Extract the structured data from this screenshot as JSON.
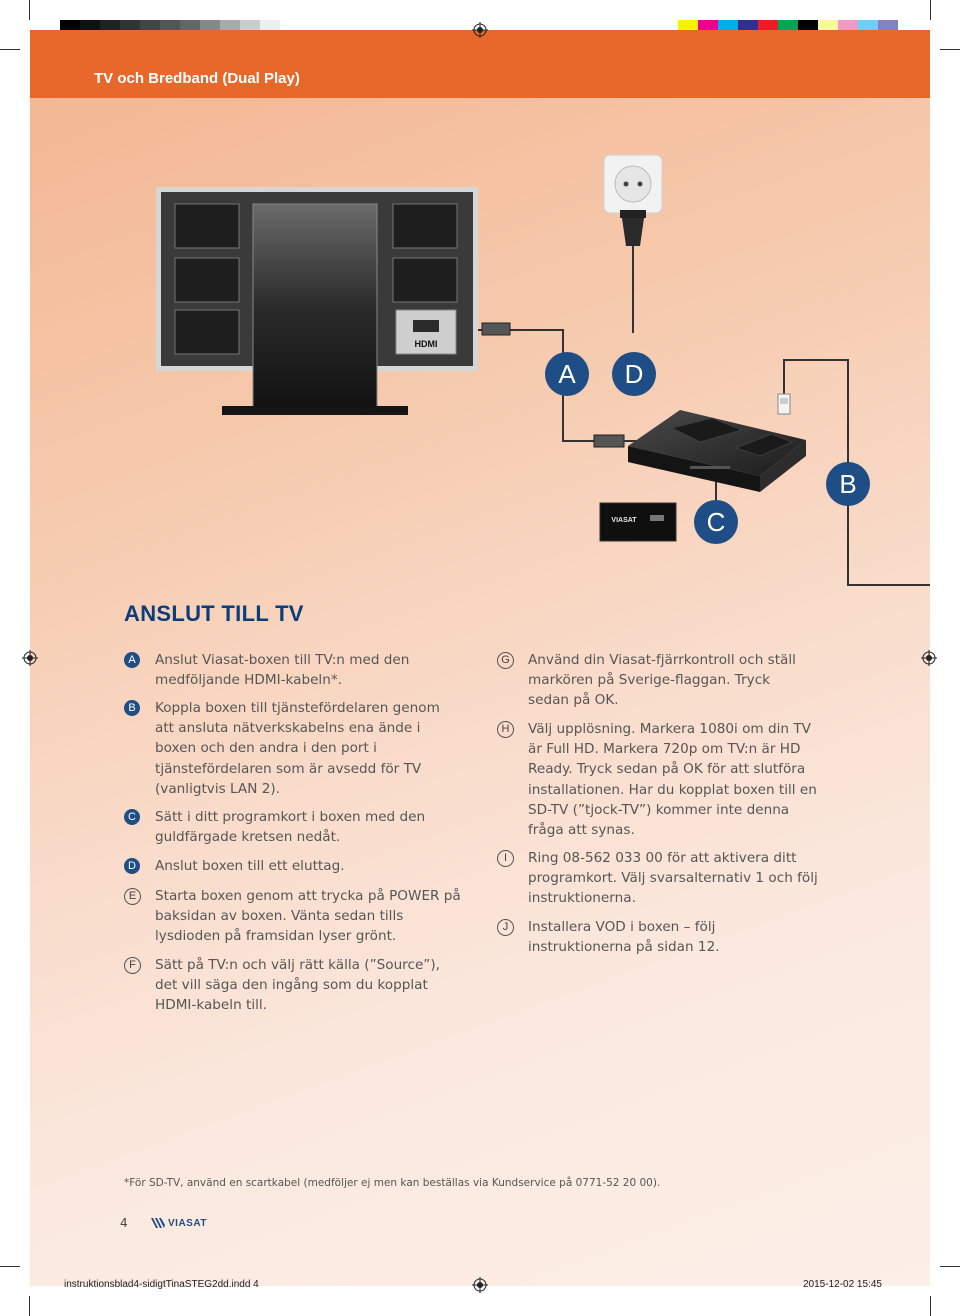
{
  "header": {
    "title": "TV och Bredband (Dual Play)"
  },
  "section_title": "ANSLUT TILL TV",
  "steps_left": [
    {
      "letter": "A",
      "text": "Anslut Viasat-boxen till TV:n med den medföljande HDMI-kabeln*."
    },
    {
      "letter": "B",
      "text": "Koppla boxen till tjänstefördelaren genom att ansluta nätverkskabelns ena ände i boxen och den andra i den port i tjänstefördelaren som är avsedd för TV (vanligtvis LAN 2)."
    },
    {
      "letter": "C",
      "text": "Sätt i ditt programkort i boxen med den guldfärgade kretsen nedåt."
    },
    {
      "letter": "D",
      "text": "Anslut boxen till ett eluttag."
    },
    {
      "letter": "E",
      "text": "Starta boxen genom att trycka på POWER på baksidan av boxen. Vänta sedan tills lysdioden på framsidan lyser grönt."
    },
    {
      "letter": "F",
      "text": "Sätt på TV:n och välj rätt källa (”Source”), det vill säga den ingång som du kopplat HDMI-kabeln till."
    }
  ],
  "steps_right": [
    {
      "letter": "G",
      "text": "Använd din Viasat-fjärrkontroll och ställ markören på Sverige-flaggan. Tryck sedan på OK."
    },
    {
      "letter": "H",
      "text": "Välj upplösning. Markera 1080i om din TV är Full HD. Markera 720p om TV:n är HD Ready. Tryck sedan på OK för att slutföra installationen. Har du kopplat boxen till en SD-TV (”tjock-TV”) kommer inte denna fråga att synas."
    },
    {
      "letter": "I",
      "text": "Ring 08-562 033 00 för att aktivera ditt programkort. Välj svarsalternativ 1 och följ instruktionerna."
    },
    {
      "letter": "J",
      "text": "Installera VOD i boxen – följ instruktionerna på sidan 12."
    }
  ],
  "diagram": {
    "badges": {
      "a": "A",
      "d": "D",
      "b": "B",
      "c": "C"
    },
    "hdmi_label": "HDMI",
    "card_brand": "VIASAT"
  },
  "footnote": "*För SD-TV, använd en scartkabel (medföljer ej men kan beställas via Kundservice på 0771-52 20 00).",
  "page_number": "4",
  "brand_logo": "VIASAT",
  "slug": {
    "file": "instruktionsblad4-sidigtTinaSTEG2dd.indd   4",
    "date": "2015-12-02   15:45"
  },
  "colors": {
    "header_orange": "#e8682c",
    "accent_blue": "#1f4d85",
    "title_blue": "#0a3d7a"
  },
  "icons": [
    "registration-mark-icon",
    "power-outlet-icon",
    "ethernet-plug-icon",
    "hdmi-plug-icon"
  ]
}
